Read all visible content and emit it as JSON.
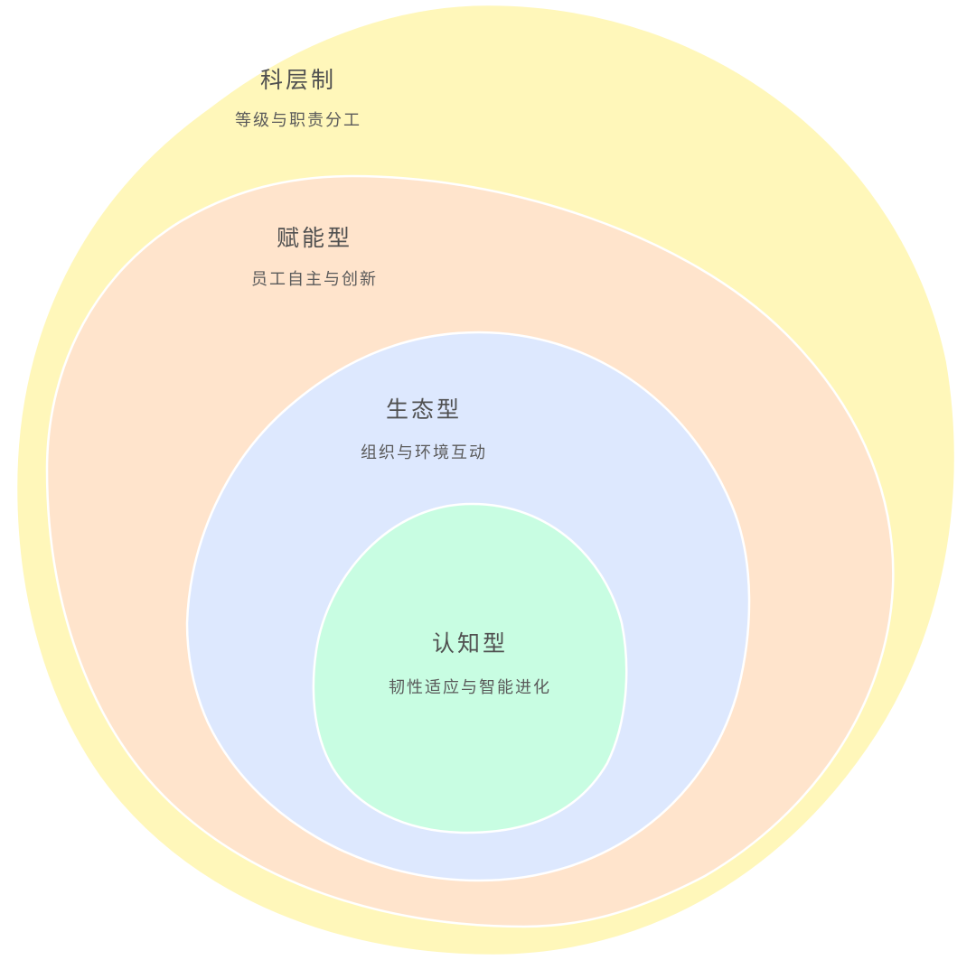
{
  "diagram": {
    "type": "nested-layers",
    "layers": [
      {
        "id": "bureaucratic",
        "title": "科层制",
        "subtitle": "等级与职责分工",
        "fill": "#FFF7BA",
        "stroke": "#FFFFFF"
      },
      {
        "id": "empowerment",
        "title": "赋能型",
        "subtitle": "员工自主与创新",
        "fill": "#FFE4CC",
        "stroke": "#FFFFFF"
      },
      {
        "id": "ecosystem",
        "title": "生态型",
        "subtitle": "组织与环境互动",
        "fill": "#DDE8FE",
        "stroke": "#FFFFFF"
      },
      {
        "id": "cognitive",
        "title": "认知型",
        "subtitle": "韧性适应与智能进化",
        "fill": "#C8FDE2",
        "stroke": "#FFFFFF"
      }
    ]
  }
}
